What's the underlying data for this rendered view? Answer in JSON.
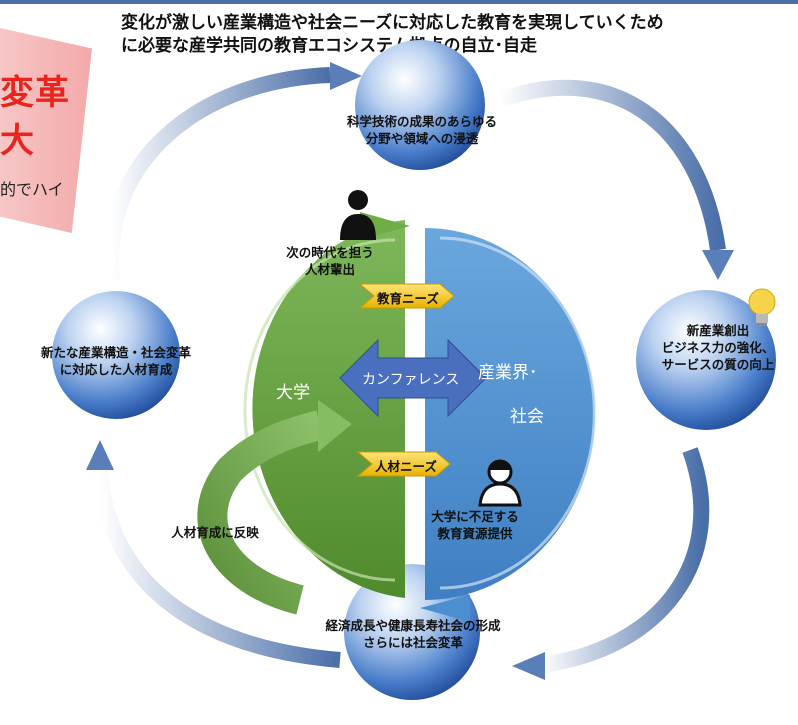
{
  "header": {
    "line1": "変化が激しい産業構造や社会ニーズに対応した教育を実現していくため",
    "line2": "に必要な産学共同の教育エコシステム拠点の自立･自走"
  },
  "side_tab": {
    "red_line1": "変革",
    "red_line2": "大",
    "black_text": "的でハイ"
  },
  "nodes": {
    "top": {
      "line1": "科学技術の成果のあらゆる",
      "line2": "分野や領域への浸透"
    },
    "right": {
      "line1": "新産業創出",
      "line2": "ビジネス力の強化、",
      "line3": "サービスの質の向上"
    },
    "bottom": {
      "line1": "経済成長や健康長寿社会の形成",
      "line2": "さらには社会変革"
    },
    "left": {
      "line1": "新たな産業構造・社会変革",
      "line2": "に対応した人材育成"
    }
  },
  "center": {
    "university": "大学",
    "industry_line1": "産業界･",
    "industry_line2": "社会",
    "conference": "カンファレンス",
    "education_needs": "教育ニーズ",
    "talent_needs": "人材ニーズ",
    "next_gen_line1": "次の時代を担う",
    "next_gen_line2": "人材輩出",
    "resource_line1": "大学に不足する",
    "resource_line2": "教育資源提供",
    "reflect": "人材育成に反映"
  },
  "colors": {
    "sphere_blue": "#2a5fb0",
    "green": "#5e9b3a",
    "light_blue": "#5b9bd5",
    "badge_gold": "#f2c200",
    "arrow_blue": "#6f8ebf",
    "accent_red": "#e8241c"
  },
  "icons": [
    "person-icon",
    "female-person-icon",
    "lightbulb-icon"
  ]
}
